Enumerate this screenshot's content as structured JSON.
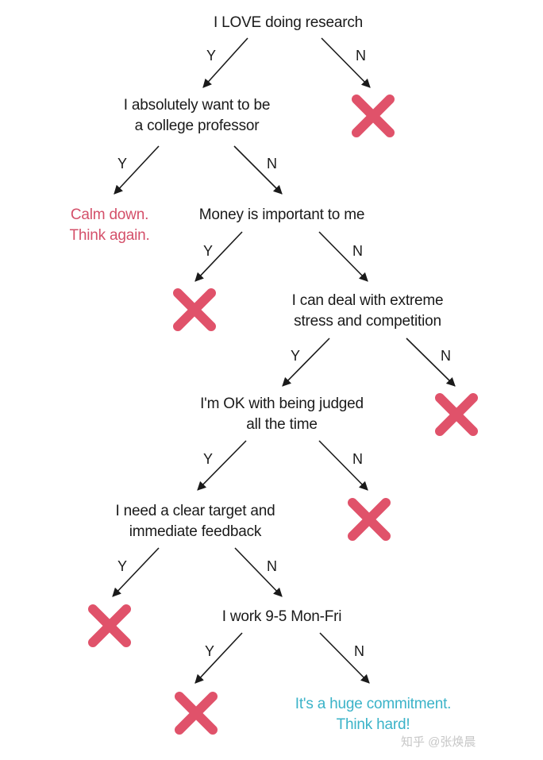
{
  "nodes": {
    "root": "I LOVE doing research",
    "professor": [
      "I absolutely want to be",
      "a college professor"
    ],
    "calm": [
      "Calm down.",
      "Think again."
    ],
    "money": "Money is important to me",
    "stress": [
      "I can deal with extreme",
      "stress and competition"
    ],
    "judged": [
      "I'm OK with being judged",
      "all the time"
    ],
    "target": [
      "I need a clear target and",
      "immediate feedback"
    ],
    "work": "I work 9-5 Mon-Fri",
    "commit": [
      "It's a huge commitment.",
      "Think hard!"
    ]
  },
  "labels": {
    "yes": "Y",
    "no": "N"
  },
  "watermark": "知乎 @张焕晨",
  "colors": {
    "cross": "#e0526a",
    "warning": "#d4506a",
    "positive": "#3bb3c8",
    "line": "#1a1a1a"
  }
}
